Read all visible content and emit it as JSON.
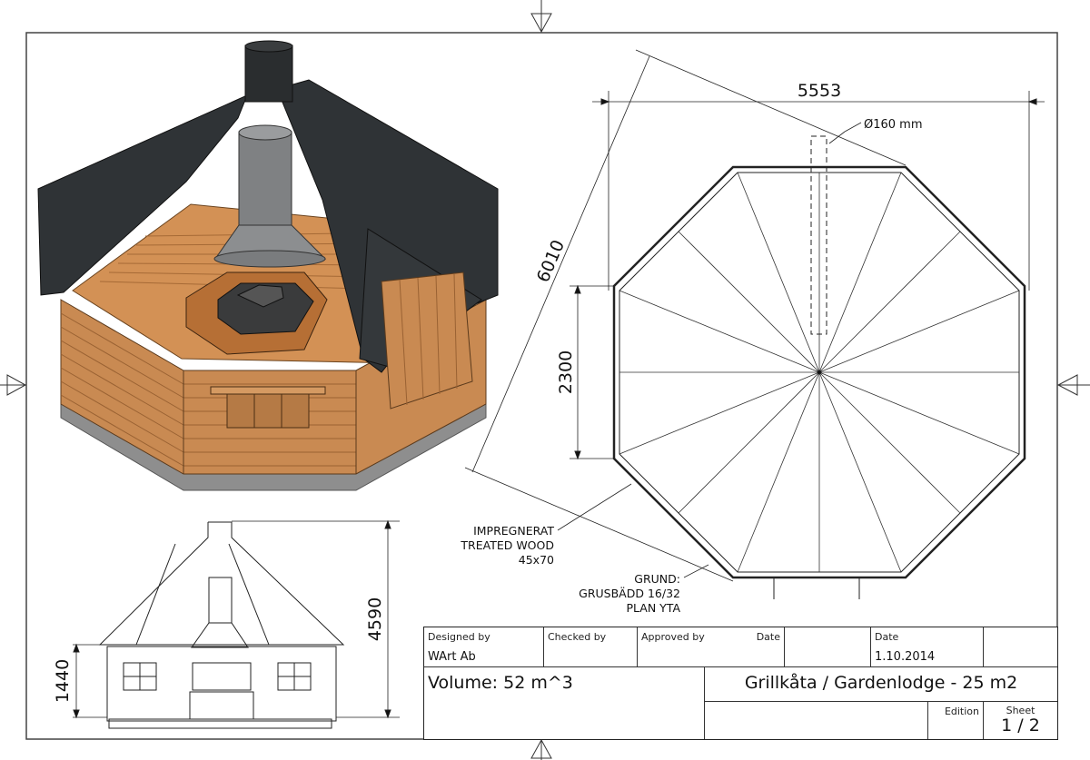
{
  "drawing": {
    "title": "Grillkåta / Gardenlodge - 25 m2",
    "volume": "Volume: 52 m^3"
  },
  "title_block": {
    "designed_by_label": "Designed by",
    "designed_by_value": "WArt Ab",
    "checked_by_label": "Checked by",
    "checked_by_value": "",
    "approved_by_label": "Approved by",
    "approved_date_label": "Date",
    "date_label": "Date",
    "date_value": "1.10.2014",
    "edition_label": "Edition",
    "edition_value": "",
    "sheet_label": "Sheet",
    "sheet_value": "1 / 2"
  },
  "dimensions": {
    "plan_width": "5553",
    "plan_diagonal": "6010",
    "plan_side": "2300",
    "chimney_diameter": "Ø160 mm",
    "elevation_total_height": "4590",
    "elevation_wall_height": "1440"
  },
  "annotations": {
    "wood": [
      "IMPREGNERAT",
      "TREATED WOOD",
      "45x70"
    ],
    "foundation": [
      "GRUND:",
      "GRUSBÄDD 16/32",
      "PLAN YTA"
    ]
  },
  "colors": {
    "roof": "#2f3336",
    "wood": "#c98a52",
    "wood_dark": "#9a6233",
    "metal": "#8a8c8e",
    "base": "#8e8e8e",
    "line": "#222222"
  }
}
